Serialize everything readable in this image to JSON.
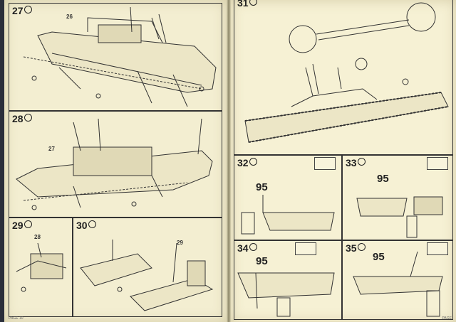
{
  "left_page": {
    "steps": [
      {
        "number": "27",
        "labels": [
          "26"
        ]
      },
      {
        "number": "28",
        "labels": [
          "27"
        ]
      },
      {
        "number": "29",
        "labels": [
          "28"
        ]
      },
      {
        "number": "30",
        "labels": [
          "29"
        ]
      }
    ],
    "footer": "PAGE 10"
  },
  "right_page": {
    "steps": [
      {
        "number": "31",
        "labels": []
      },
      {
        "number": "32",
        "labels": [
          "95"
        ]
      },
      {
        "number": "33",
        "labels": [
          "95"
        ]
      },
      {
        "number": "34",
        "labels": [
          "95"
        ]
      },
      {
        "number": "35",
        "labels": [
          "95"
        ]
      }
    ],
    "decal_code": "95",
    "footer": "PAGE"
  },
  "colors": {
    "paper": "#f3eed1",
    "ink": "#333333",
    "background": "#2a2e3a"
  }
}
